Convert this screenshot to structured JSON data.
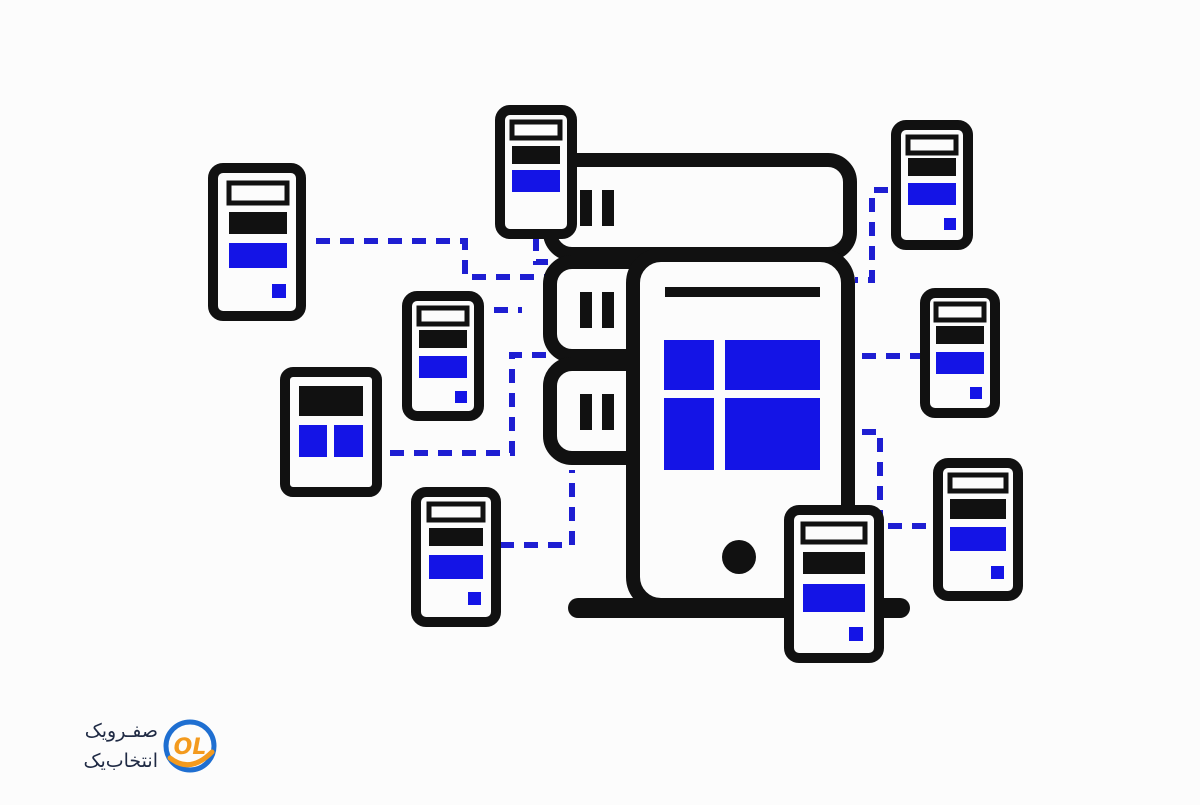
{
  "brand": {
    "line1": "صفـرویک",
    "line2": "انتخاب‌یک",
    "mark_text": "OL"
  },
  "colors": {
    "ink": "#111111",
    "accent": "#1414e6",
    "link": "#1e1ed2",
    "background": "#fcfcfc",
    "logo_blue": "#1f6fd1",
    "logo_orange": "#f39a1e",
    "logo_text": "#1f2a44"
  },
  "diagram": {
    "central_server": {
      "kind": "server-rack-with-monitor",
      "rack_units": 3,
      "screen_tiles": 4
    },
    "clients": [
      {
        "name": "client-top-left",
        "variant": "tower"
      },
      {
        "name": "client-top-center",
        "variant": "tower"
      },
      {
        "name": "client-top-right",
        "variant": "tower"
      },
      {
        "name": "client-mid-left",
        "variant": "tower"
      },
      {
        "name": "client-tablet",
        "variant": "tablet"
      },
      {
        "name": "client-mid-right",
        "variant": "tower"
      },
      {
        "name": "client-bottom-left",
        "variant": "tower"
      },
      {
        "name": "client-bottom-right",
        "variant": "tower"
      },
      {
        "name": "client-front",
        "variant": "tower"
      }
    ],
    "connector_style": "dashed"
  }
}
